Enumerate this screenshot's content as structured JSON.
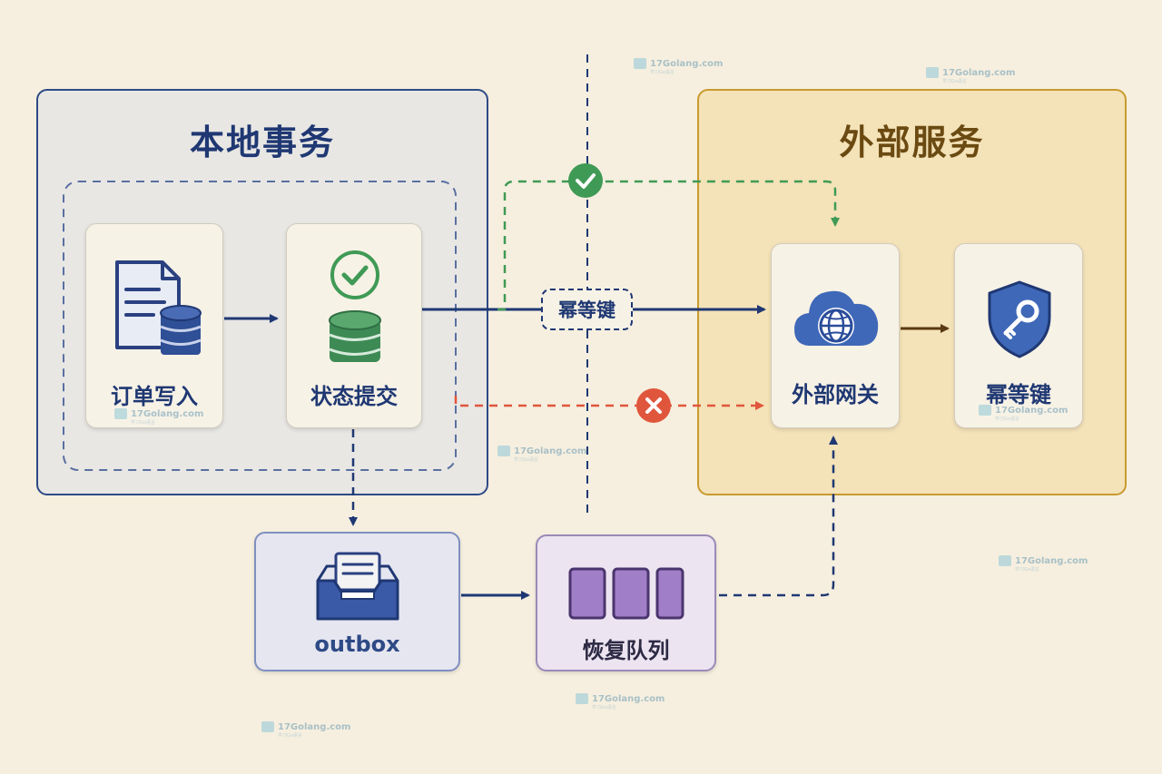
{
  "regions": {
    "local": {
      "title": "本地事务"
    },
    "external": {
      "title": "外部服务"
    }
  },
  "nodes": {
    "order_write": {
      "label": "订单写入",
      "icon": "document-database-icon"
    },
    "state_commit": {
      "label": "状态提交",
      "icon": "check-database-icon"
    },
    "external_gateway": {
      "label": "外部网关",
      "icon": "cloud-globe-icon"
    },
    "idempotency_key": {
      "label": "幂等键",
      "icon": "shield-key-icon"
    },
    "outbox": {
      "label": "outbox",
      "icon": "inbox-tray-icon"
    },
    "recovery_queue": {
      "label": "恢复队列",
      "icon": "queue-blocks-icon"
    }
  },
  "edge_label": {
    "text": "幂等键"
  },
  "watermark": {
    "text": "17Golang.com",
    "subtext": "学习Go语言"
  },
  "colors": {
    "navy": "#1f3873",
    "green": "#3f9a55",
    "red": "#e0563c",
    "gold": "#c99a2e",
    "purple": "#9a8ab8"
  },
  "status_badges": {
    "success": "check-icon",
    "failure": "cross-icon"
  }
}
